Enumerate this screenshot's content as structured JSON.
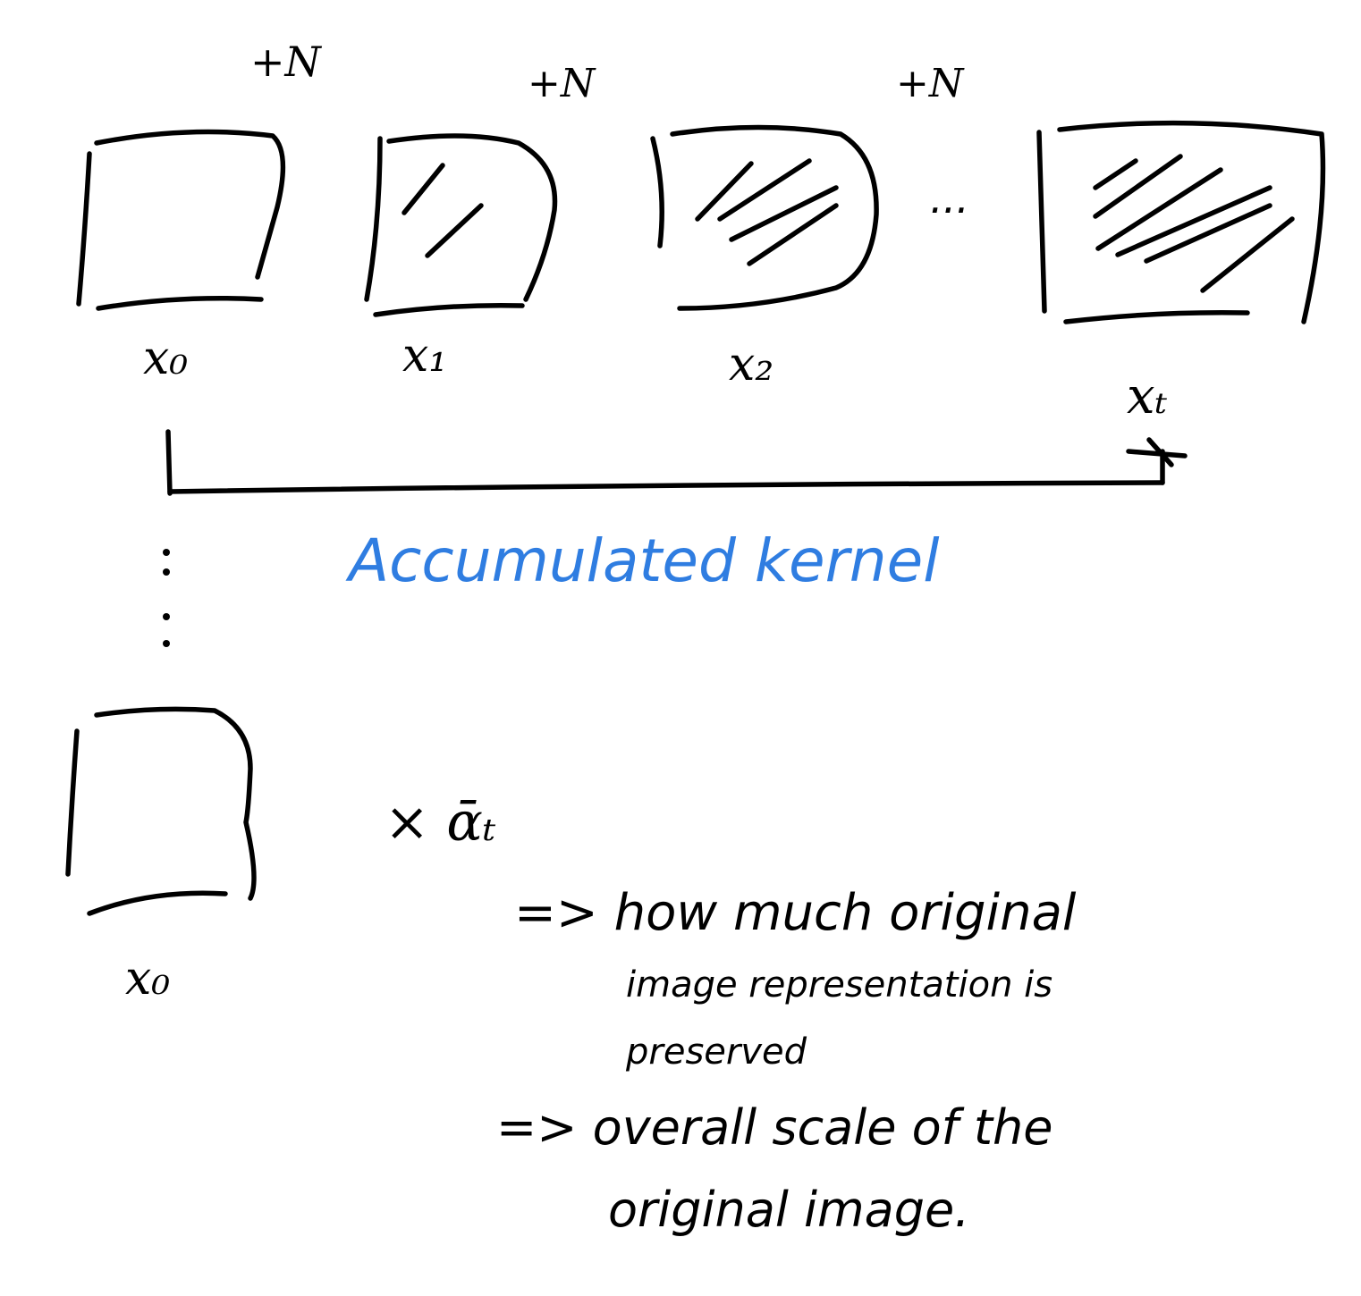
{
  "diagram": {
    "noise_labels": [
      "+N",
      "+N",
      "+N"
    ],
    "ellipsis": "...",
    "frames": [
      {
        "label": "x₀"
      },
      {
        "label": "x₁"
      },
      {
        "label": "x₂"
      },
      {
        "label": "xₜ"
      }
    ],
    "bottom_frame_label": "x₀",
    "kernel_label": "Accumulated kernel",
    "multiplier": "× ᾱₜ",
    "notes": [
      "=> how much original",
      "image representation is",
      "preserved",
      "=> overall scale of the",
      "original image."
    ],
    "colors": {
      "ink": "#000000",
      "kernel": "#2f7de1",
      "background": "#ffffff"
    }
  }
}
